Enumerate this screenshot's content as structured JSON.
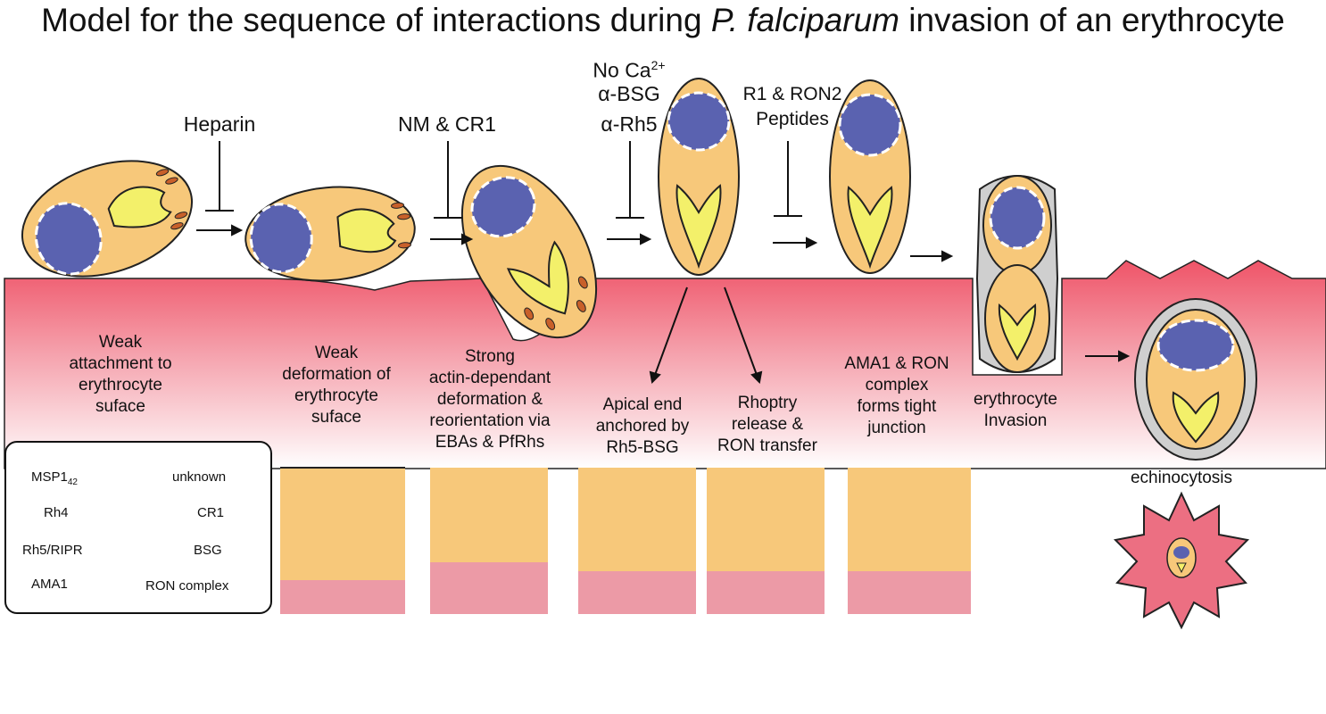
{
  "title": {
    "prefix": "Model for the sequence of interactions during ",
    "italic": "P. falciparum",
    "suffix": " invasion of an erythrocyte"
  },
  "inhibitors": {
    "heparin": "Heparin",
    "nm_cr1": "NM & CR1",
    "no_ca_prefix": "No Ca",
    "no_ca_sup": "2+",
    "anti_bsg": "α-BSG",
    "anti_rh5": "α-Rh5",
    "peptides": "R1 & RON2\nPeptides"
  },
  "steps": {
    "weak_attachment": "Weak\nattachment to\nerythrocyte\nsuface",
    "weak_deformation": "Weak\ndeformation of\nerythrocyte\nsuface",
    "strong_deformation": "Strong\nactin-dependant\ndeformation &\nreorientation via\nEBAs & PfRhs",
    "apical_anchor": "Apical end\nanchored by\nRh5-BSG",
    "rhoptry_release": "Rhoptry\nrelease &\nRON transfer",
    "tight_junction": "AMA1 & RON\ncomplex\nforms tight\njunction",
    "invasion": "erythrocyte\nInvasion",
    "echinocytosis": "echinocytosis"
  },
  "legend": {
    "msp1": "MSP1",
    "msp1_sub": "42",
    "rh4": "Rh4",
    "rh5_ripr": "Rh5/RIPR",
    "ama1": "AMA1",
    "unknown": "unknown",
    "cr1": "CR1",
    "bsg": "BSG",
    "ron_complex": "RON complex"
  },
  "colors": {
    "parasite": "#f7c87a",
    "nucleus": "#5a62b0",
    "rhoptry": "#f3f06a",
    "micronemes": "#c8602a",
    "rbc_top": "#ee5a6e",
    "rbc_mid": "#f6a9b2",
    "msp1": "#9a8f2b",
    "rh4": "#b23a1e",
    "rh5": "#2d3aa0",
    "ama1": "#1d6bb5",
    "unknown": "#3e6b2a",
    "cr1": "#e0283e",
    "bsg": "#8a3aa0",
    "ron": "#27a86a",
    "ron_light": "#8fd8e8"
  }
}
